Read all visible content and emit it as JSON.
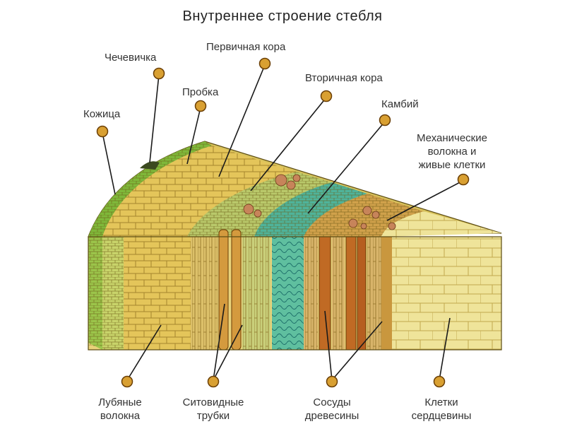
{
  "title": "Внутреннее строение стебля",
  "labels": {
    "chechevichka": "Чечевичка",
    "pervichnaya_kora": "Первичная кора",
    "vtorichnaya_kora": "Вторичная кора",
    "probka": "Пробка",
    "kambiy": "Камбий",
    "kozhitsa": "Кожица",
    "mekh_1": "Механические",
    "mekh_2": "волокна и",
    "mekh_3": "живые клетки",
    "lub_1": "Лубяные",
    "lub_2": "волокна",
    "sito_1": "Ситовидные",
    "sito_2": "трубки",
    "sos_1": "Сосуды",
    "sos_2": "древесины",
    "kl_1": "Клетки",
    "kl_2": "сердцевины"
  },
  "colors": {
    "pin_head": "#d9a032",
    "pin_dark": "#6b3f06",
    "leader": "#1a1a1a",
    "epidermis": "#7fb83a",
    "cortex": "#e4c55a",
    "phloem": "#c9a83d",
    "cambium": "#4fb39a",
    "xylem": "#c9973e",
    "pith": "#efe49a"
  }
}
